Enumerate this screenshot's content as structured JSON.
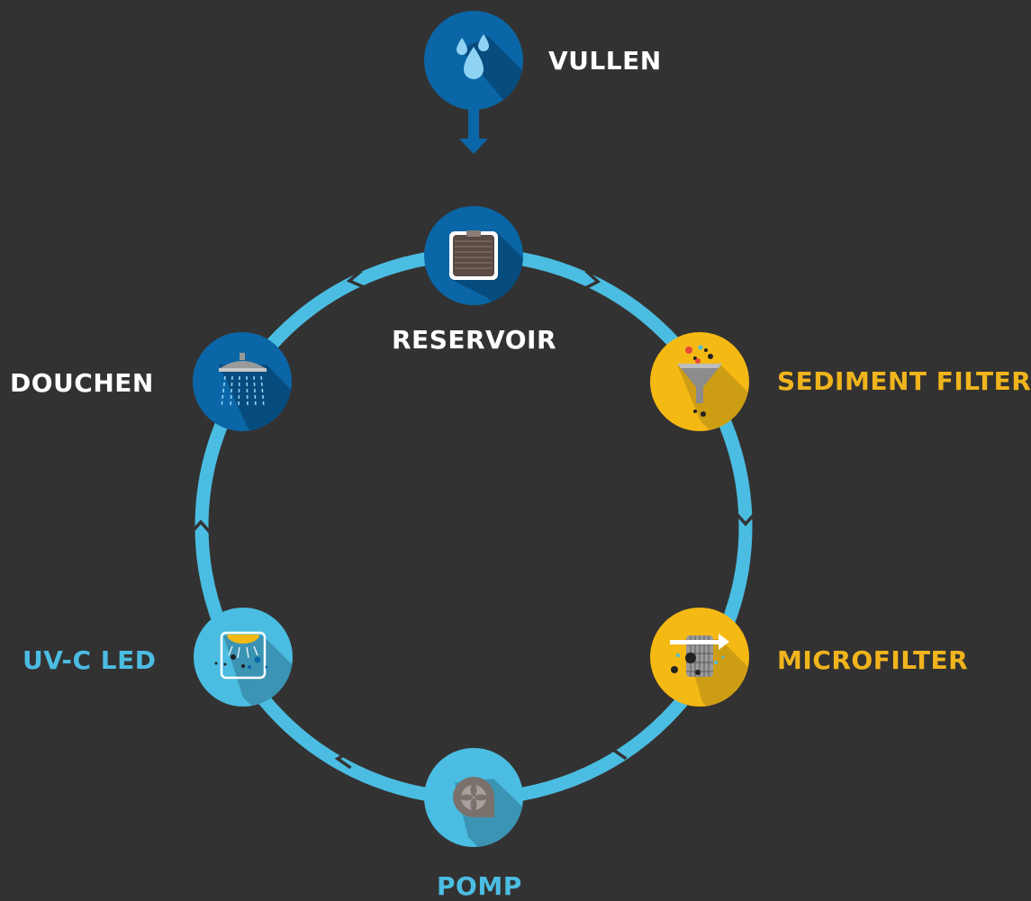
{
  "colors": {
    "background": "#333232",
    "ring": "#4bbde2",
    "dark_blue": "#0a66a6",
    "light_blue": "#4bbde2",
    "gold": "#f5b914",
    "white_text": "#ffffff",
    "gold_text": "#f0b41c",
    "cyan_text": "#4bbde2"
  },
  "steps": {
    "fill": {
      "label": "VULLEN",
      "icon": "water-drops-icon"
    },
    "reservoir": {
      "label": "RESERVOIR",
      "icon": "water-tank-icon"
    },
    "sediment": {
      "label": "SEDIMENT FILTER",
      "icon": "funnel-icon"
    },
    "micro": {
      "label": "MICROFILTER",
      "icon": "mesh-filter-icon"
    },
    "pump": {
      "label": "POMP",
      "icon": "pump-icon"
    },
    "uvc": {
      "label": "UV-C LED",
      "icon": "uv-lamp-icon"
    },
    "shower": {
      "label": "DOUCHEN",
      "icon": "shower-head-icon"
    }
  }
}
